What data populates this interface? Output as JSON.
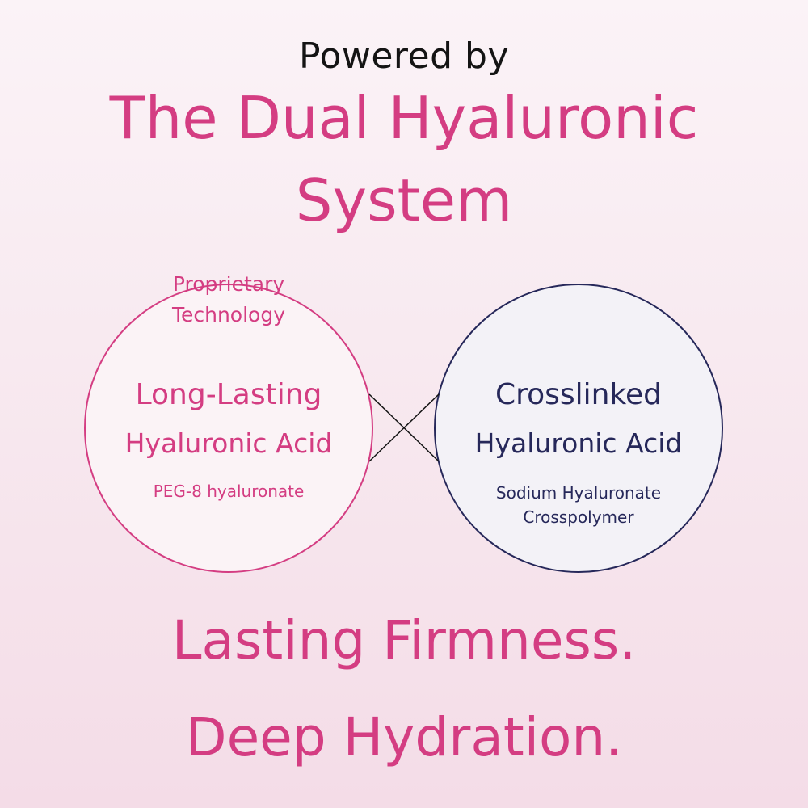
{
  "header": {
    "kicker": "Powered by",
    "title_line1": "The Dual Hyaluronic",
    "title_line2": "System"
  },
  "left_circle": {
    "badge_line1": "Proprietary",
    "badge_line2": "Technology",
    "title": "Long-Lasting",
    "subtitle": "Hyaluronic Acid",
    "ingredient": "PEG-8 hyaluronate",
    "color": "#d43d82"
  },
  "right_circle": {
    "title": "Crosslinked",
    "subtitle": "Hyaluronic Acid",
    "ingredient_line1": "Sodium Hyaluronate",
    "ingredient_line2": "Crosspolymer",
    "color": "#26285a"
  },
  "tagline": {
    "line1": "Lasting Firmness.",
    "line2": "Deep Hydration."
  },
  "colors": {
    "accent": "#d43d82",
    "navy": "#26285a",
    "background_top": "#fbf3f7",
    "background_bottom": "#f4dce7"
  }
}
